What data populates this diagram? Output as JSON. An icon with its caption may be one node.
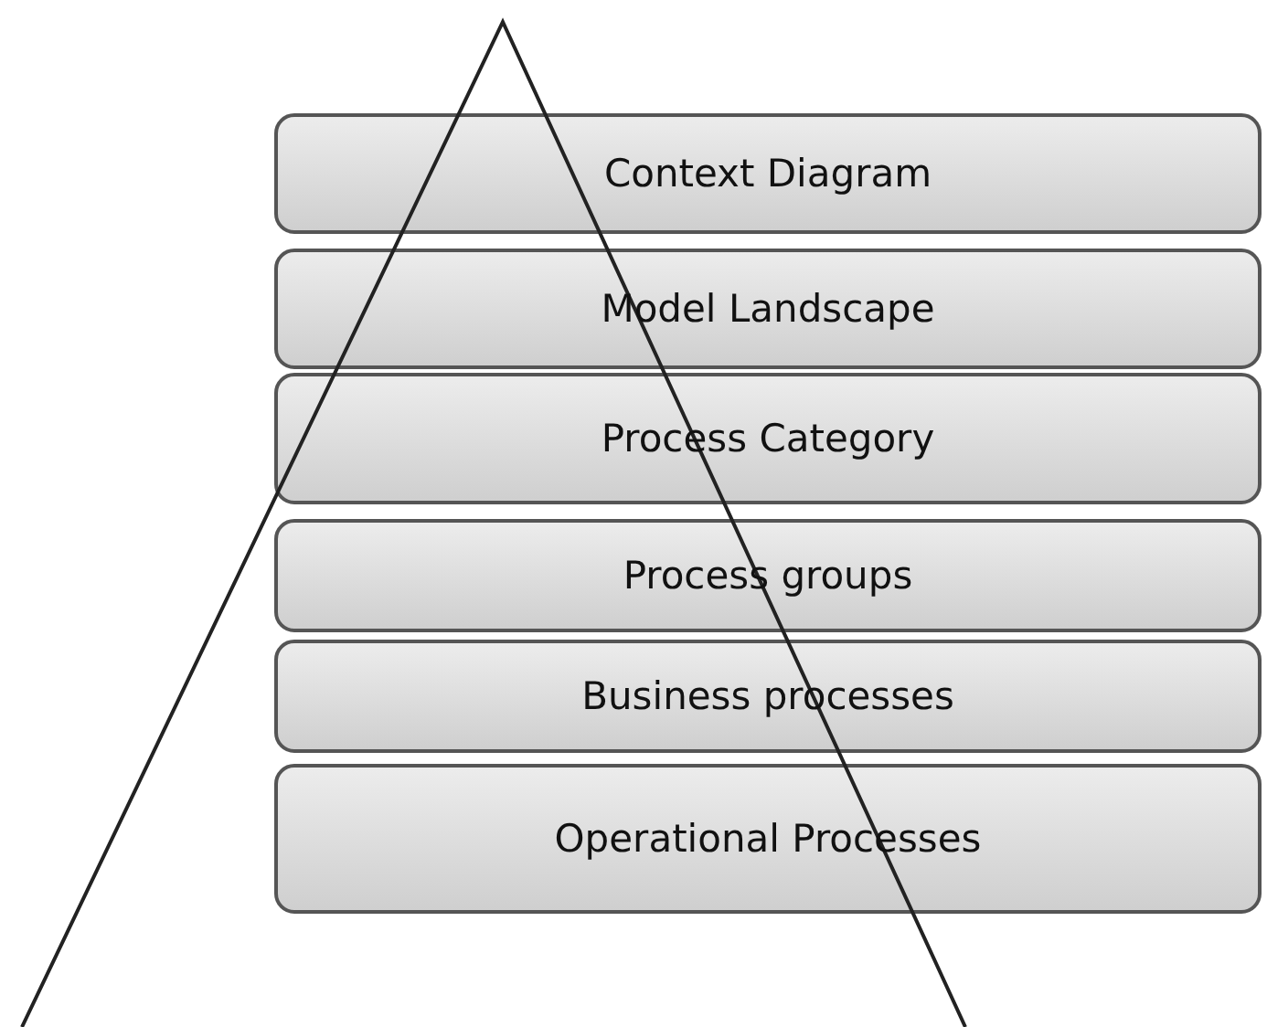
{
  "diagram": {
    "nodes": [
      {
        "text": [
          "Context Diagram"
        ]
      },
      {
        "text": [
          "Model Landscape"
        ]
      },
      {
        "text": [
          "Process Category"
        ]
      },
      {
        "text": [
          "Process groups"
        ]
      },
      {
        "text": [
          "Business processes"
        ]
      },
      {
        "text": [
          "Operational Processes"
        ]
      }
    ]
  }
}
